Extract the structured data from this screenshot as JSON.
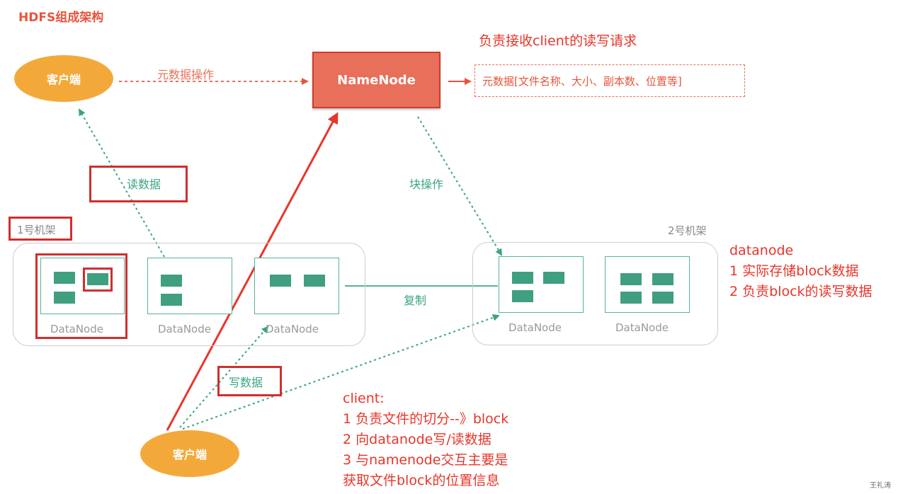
{
  "title": "HDFS组成架构",
  "client_top": "客户端",
  "client_bottom": "客户端",
  "namenode": "NameNode",
  "edge_metadata_op": "元数据操作",
  "edge_block_op": "块操作",
  "edge_read": "读数据",
  "edge_write": "写数据",
  "edge_replicate": "复制",
  "namenode_desc": "负责接收client的读写请求",
  "metadata_box": "元数据[文件名称、大小、副本数、位置等]",
  "rack1_label": "1号机架",
  "rack2_label": "2号机架",
  "datanode_label": "DataNode",
  "datanode_notes": {
    "title": "datanode",
    "lines": [
      "1 实际存储block数据",
      "2 负责block的读写数据"
    ]
  },
  "client_notes": {
    "title": "client:",
    "lines": [
      "1 负责文件的切分--》block",
      "2 向datanode写/读数据",
      "3 与namenode交互主要是",
      "获取文件block的位置信息"
    ]
  },
  "signature": "王礼涛",
  "colors": {
    "accent_red": "#e8352a",
    "namenode_fill": "#e8705a",
    "client_fill": "#f3a93a",
    "green": "#3aa383"
  }
}
